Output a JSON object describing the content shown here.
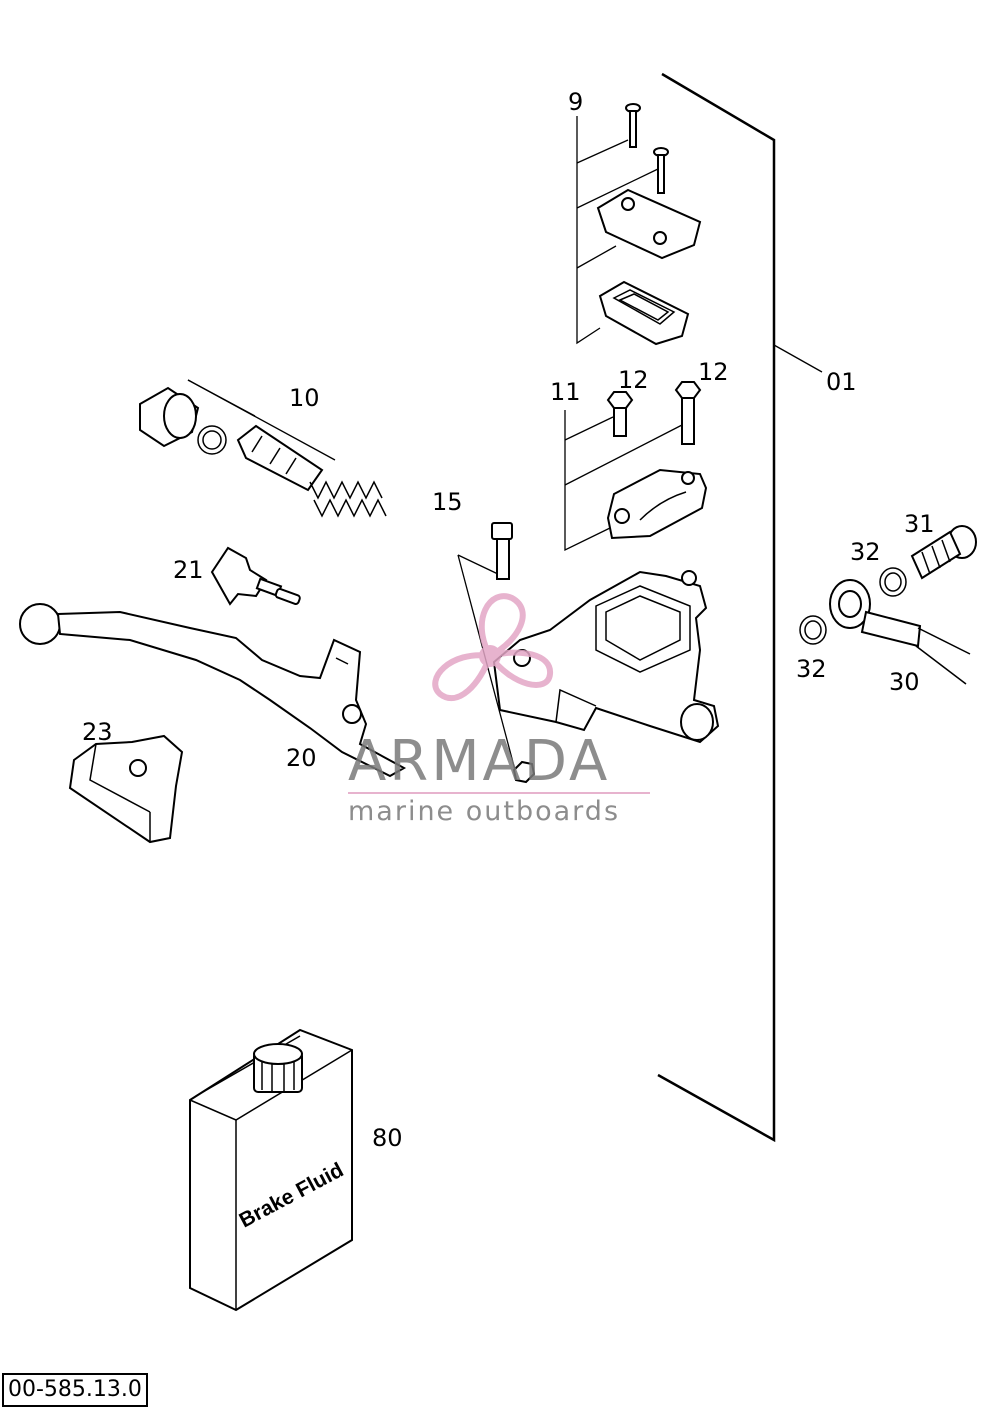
{
  "diagram": {
    "part_labels": {
      "p01": "01",
      "p9": "9",
      "p10": "10",
      "p11": "11",
      "p12a": "12",
      "p12b": "12",
      "p15": "15",
      "p20": "20",
      "p21": "21",
      "p23": "23",
      "p30": "30",
      "p31": "31",
      "p32a": "32",
      "p32b": "32",
      "p80": "80"
    },
    "container_text": "Brake Fluid",
    "reference_code": "00-585.13.0"
  },
  "watermark": {
    "brand": "ARMADA",
    "tagline": "marine outboards",
    "accent_color": "#e3a6c6",
    "text_color": "#7a7a7a"
  }
}
